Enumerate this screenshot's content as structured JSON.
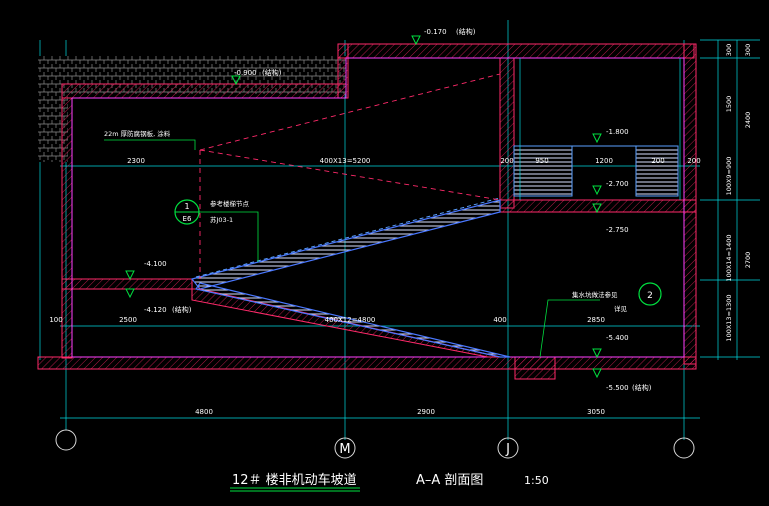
{
  "title": {
    "label": "12＃ 楼非机动车坡道",
    "section": "A–A 剖面图",
    "scale": "1:50"
  },
  "levels": {
    "top": "-0.170",
    "top_tag": "(结构)",
    "left_upper": "-0.900",
    "left_upper_tag": "(结构)",
    "mid_a": "-1.800",
    "mid_b": "-2.700",
    "mid_c": "-2.750",
    "left_landing": "-4.100",
    "left_landing_s": "-4.120",
    "left_landing_tag": "(结构)",
    "bottom": "-5.400",
    "bottom_s": "-5.500",
    "bottom_tag": "(结构)"
  },
  "notes": {
    "railing": "22m 厚防腐钢板, 涂料",
    "stair_ref": "参考楼梯节点",
    "stair_ref2": "苏J03-1",
    "drain": "集水坑做法参见",
    "drain_ref": "详见"
  },
  "callouts": {
    "c1_top": "1",
    "c1_bottom": "E6",
    "c2": "2"
  },
  "dims": {
    "left_span": "2300",
    "ramp_upper": "400X13=5200",
    "gap": "200",
    "span_950": "950",
    "span_1200": "1200",
    "span_200b": "200",
    "right_edge": "200",
    "left_lower": "2500",
    "ramp_lower": "400X12=4800",
    "gap2": "400",
    "right_lower": "2850",
    "left_h": "100",
    "bottom_a": "4800",
    "bottom_b": "2900",
    "bottom_c": "3050",
    "vert_1": "300",
    "vert_2": "300",
    "vert_3": "1500",
    "vert_4": "2400",
    "vert_5": "100X9=900",
    "vert_6": "100X14=1400",
    "vert_7": "2700",
    "vert_8": "100X13=1300"
  },
  "axes": {
    "m": "M",
    "j": "J"
  }
}
